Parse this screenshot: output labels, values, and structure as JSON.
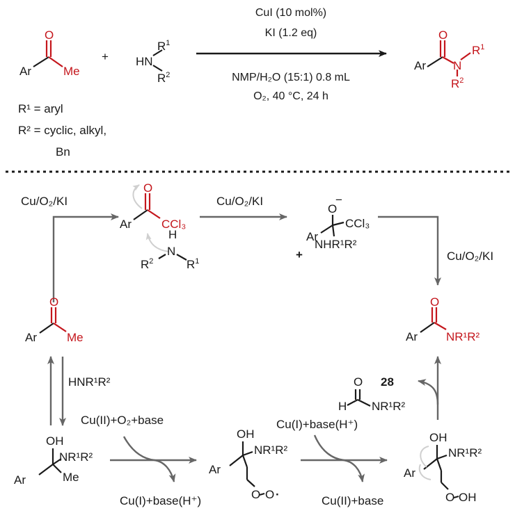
{
  "colors": {
    "ink": "#1a1a1a",
    "accent": "#c4161c",
    "arrow": "#666666",
    "curly": "#cfcfcf"
  },
  "top": {
    "ar": "Ar",
    "me": "Me",
    "o": "O",
    "plus": "+",
    "hn": "HN",
    "n": "N",
    "r1": "R",
    "r1sup": "1",
    "r2": "R",
    "r2sup": "2",
    "cond1": "CuI (10 mol%)",
    "cond2": "KI (1.2 eq)",
    "cond3": "NMP/H₂O (15:1) 0.8 mL",
    "cond4": "O₂, 40 °C, 24 h",
    "def1": "R¹ = aryl",
    "def2": "R² = cyclic, alkyl,",
    "def3": "Bn"
  },
  "mech": {
    "reagent": "Cu/O₂/KI",
    "ar": "Ar",
    "o": "O",
    "me": "Me",
    "ccl3": "CCl₃",
    "cl3": "CCl₃",
    "h": "H",
    "n": "N",
    "r1": "R¹",
    "r2": "R²",
    "ominus": "O",
    "minus": "−",
    "nhr": "NHR¹R²",
    "plus": "+",
    "nr": "NR¹R²",
    "hnr": "HNR¹R²",
    "oh": "OH",
    "nr1r2": "NR¹R²",
    "cu2in": "Cu(II)+O₂+base",
    "cu1out": "Cu(I)+base(H⁺)",
    "cu1in": "Cu(I)+base(H⁺)",
    "cu2out": "Cu(II)+base",
    "peroxy": "O",
    "dot": "·",
    "ooh": "OH",
    "num28": "28",
    "formH": "H",
    "formNR": "NR¹R²"
  }
}
